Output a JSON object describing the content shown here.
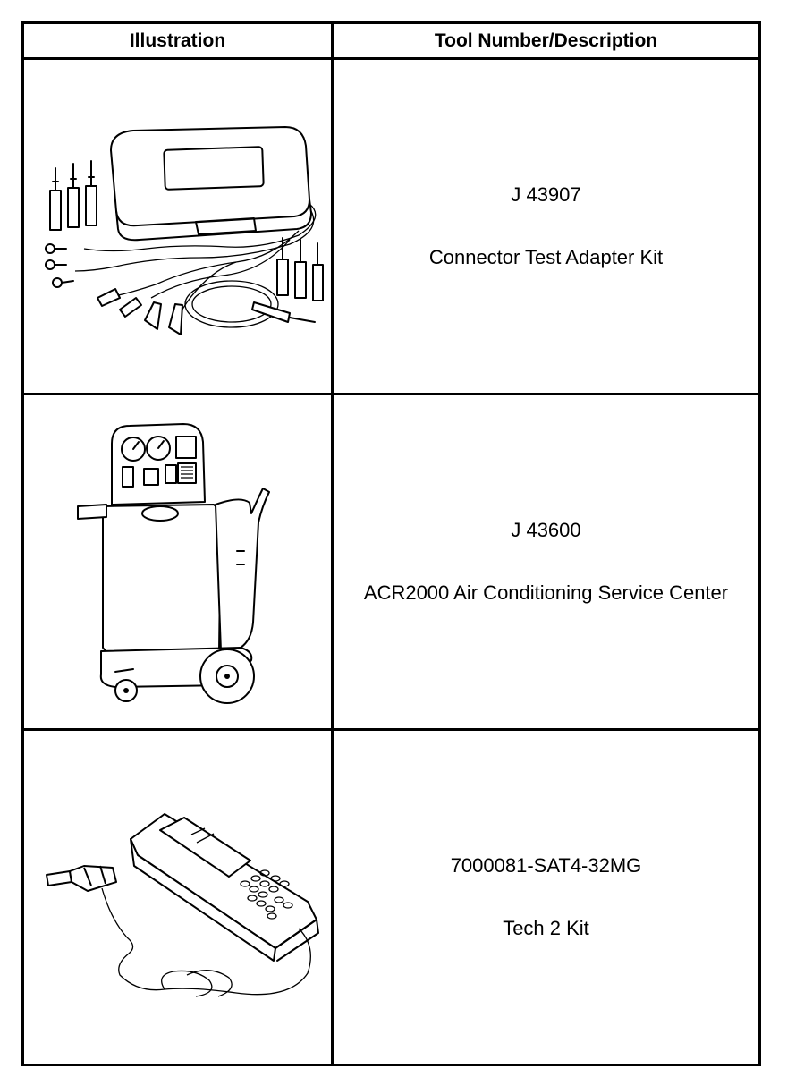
{
  "table": {
    "headers": {
      "illustration": "Illustration",
      "tool": "Tool Number/Description"
    },
    "rows": [
      {
        "illustration_icon": "connector-test-adapter-kit-illustration",
        "number": "J 43907",
        "description": "Connector Test Adapter Kit"
      },
      {
        "illustration_icon": "ac-service-center-illustration",
        "number": "J 43600",
        "description": "ACR2000 Air Conditioning Service Center"
      },
      {
        "illustration_icon": "tech2-scan-tool-illustration",
        "number": "7000081-SAT4-32MG",
        "description": "Tech 2 Kit"
      }
    ]
  }
}
